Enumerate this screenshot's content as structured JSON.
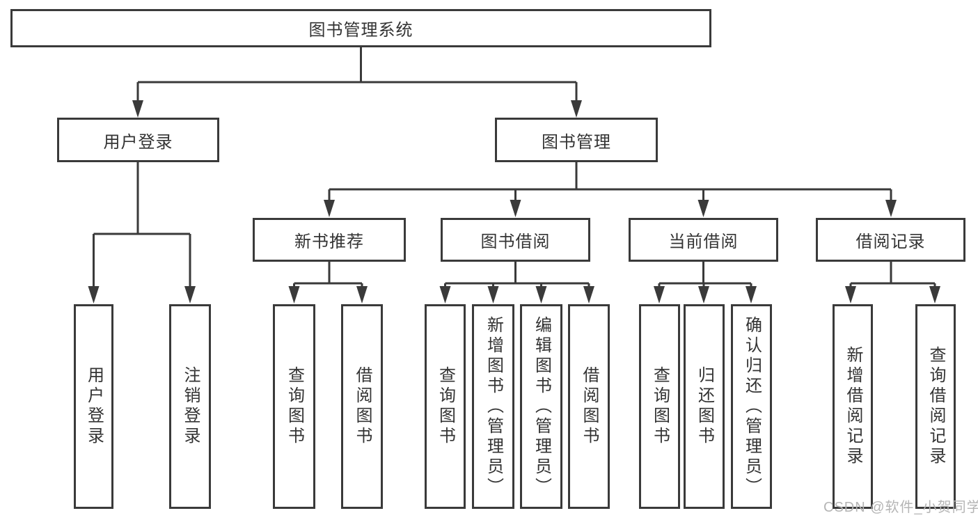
{
  "diagram": {
    "root": {
      "label": "图书管理系统"
    },
    "level2": {
      "user_login": {
        "label": "用户登录"
      },
      "book_mgmt": {
        "label": "图书管理"
      }
    },
    "user_login_children": {
      "login": {
        "label": "用户登录"
      },
      "logout": {
        "label": "注销登录"
      }
    },
    "level3": {
      "new_books": {
        "label": "新书推荐"
      },
      "book_borrow": {
        "label": "图书借阅"
      },
      "current_borrow": {
        "label": "当前借阅"
      },
      "borrow_records": {
        "label": "借阅记录"
      }
    },
    "new_books_children": {
      "query_books": {
        "label": "查询图书"
      },
      "borrow_books": {
        "label": "借阅图书"
      }
    },
    "book_borrow_children": {
      "query_books": {
        "label": "查询图书"
      },
      "add_books": {
        "label": "新增图书（管理员）"
      },
      "edit_books": {
        "label": "编辑图书（管理员）"
      },
      "borrow_books": {
        "label": "借阅图书"
      }
    },
    "current_borrow_children": {
      "query_books": {
        "label": "查询图书"
      },
      "return_books": {
        "label": "归还图书"
      },
      "confirm_return": {
        "label": "确认归还（管理员）"
      }
    },
    "borrow_records_children": {
      "add_record": {
        "label": "新增借阅记录"
      },
      "query_record": {
        "label": "查询借阅记录"
      }
    }
  },
  "watermark": {
    "text": "CSDN @软件_小贺同学"
  },
  "colors": {
    "line": "#3a3a3a",
    "text": "#333333",
    "watermark": "#b5b5b5",
    "background": "#ffffff"
  }
}
